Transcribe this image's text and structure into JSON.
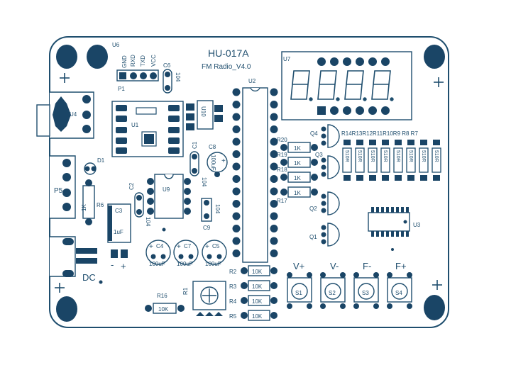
{
  "board": {
    "title": "HU-017A",
    "subtitle": "FM Radio_V4.0",
    "colors": {
      "outline": "#1f4e6e",
      "pad": "#1a4566",
      "fill": "#ffffff",
      "text": "#1f4e6e"
    }
  },
  "labels": {
    "U6": "U6",
    "GND": "GND",
    "RXD": "RXD",
    "TXD": "TXD",
    "VCC": "VCC",
    "P1": "P1",
    "C6": "C6",
    "C6_val": "104",
    "U2": "U2",
    "U7": "U7",
    "U4": "U4",
    "U1": "U1",
    "U10": "U10",
    "D1": "D1",
    "P5": "P5",
    "R6": "R6",
    "R6_val": "1K",
    "C3": "C3",
    "C3_val": "1uF",
    "minus": "-",
    "plus": "+",
    "C2": "C2",
    "C2_val": "104",
    "U9": "U9",
    "C1": "C1",
    "C1_val": "104",
    "C8": "C8",
    "C8_val": "100uF",
    "C9": "C9",
    "C9_val": "104",
    "C4": "C4",
    "C7": "C7",
    "C5": "C5",
    "cap_val": "100uF",
    "DC": "DC",
    "R16": "R16",
    "R16_val": "10K",
    "R1": "R1",
    "R2": "R2",
    "R3": "R3",
    "R4": "R4",
    "R5": "R5",
    "res10k": "10K",
    "R20": "R20",
    "R19": "R19",
    "R18": "R18",
    "R17": "R17",
    "res1k": "1K",
    "Q4": "Q4",
    "Q3": "Q3",
    "Q2": "Q2",
    "Q1": "Q1",
    "R_row": "R14R13R12R11R10R9 R8 R7",
    "res510": "510R",
    "U3": "U3",
    "V_plus": "V+",
    "V_minus": "V-",
    "F_minus": "F-",
    "F_plus": "F+",
    "S1": "S1",
    "S2": "S2",
    "S3": "S3",
    "S4": "S4"
  }
}
